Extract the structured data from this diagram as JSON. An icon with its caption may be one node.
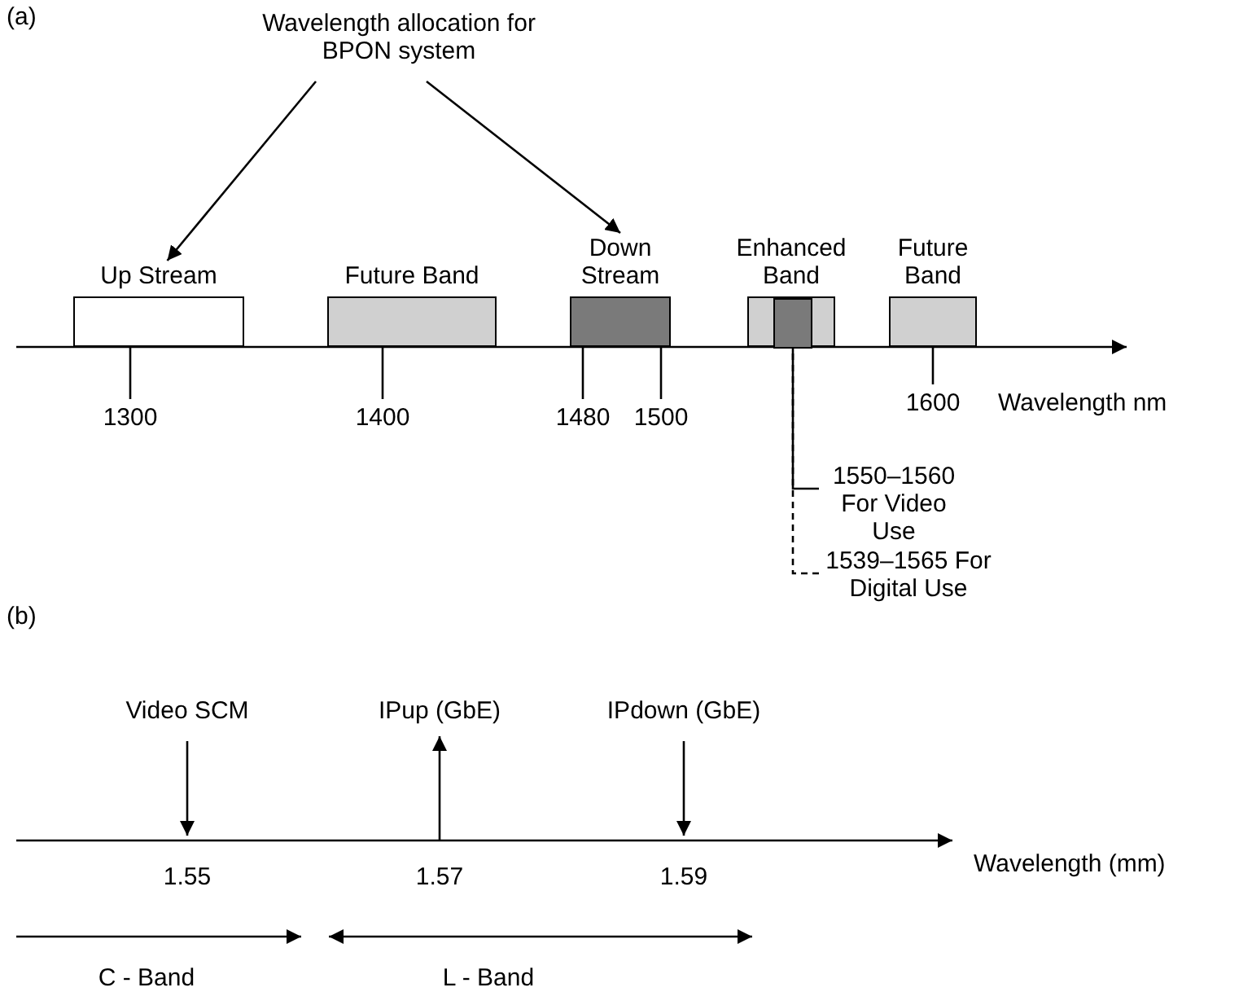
{
  "diagram": {
    "nodes": [
      {
        "text": [
          "Wavelength allocation for BPON system"
        ]
      },
      {
        "text": [
          "Up Stream"
        ]
      },
      {
        "text": [
          "Future Band"
        ]
      },
      {
        "text": [
          "Down Stream"
        ]
      },
      {
        "text": [
          "Enhanced Band"
        ]
      },
      {
        "text": [],
        "shape": "box",
        "in": 4
      },
      {
        "text": [
          "Future Band"
        ]
      },
      {
        "text": [
          "1550–1560 For Video Use"
        ]
      },
      {
        "text": [
          "1539–1565 For Digital Use"
        ]
      },
      {
        "text": [
          "Video SCM"
        ]
      },
      {
        "text": [
          "IPup (GbE)"
        ]
      },
      {
        "text": [
          "IPdown (GbE)"
        ]
      }
    ],
    "edges": [
      {
        "from": 0,
        "to": 1,
        "arrow": "to"
      },
      {
        "from": 0,
        "to": 3,
        "arrow": "to"
      },
      {
        "from": 8,
        "to": 4,
        "arrow": "none",
        "style": "dashed"
      },
      {
        "from": 7,
        "to": 5,
        "arrow": "none"
      },
      {
        "from": 9,
        "to": null,
        "arrow": "to"
      },
      {
        "from": null,
        "to": 10,
        "arrow": "to"
      },
      {
        "from": 11,
        "to": null,
        "arrow": "to"
      }
    ],
    "labels": [
      "(a)",
      "1300",
      "1400",
      "1480",
      "1500",
      "1600",
      "Wavelength nm",
      "(b)",
      "1.55",
      "1.57",
      "1.59",
      "Wavelength (mm)",
      "C - Band",
      "L - Band"
    ]
  }
}
